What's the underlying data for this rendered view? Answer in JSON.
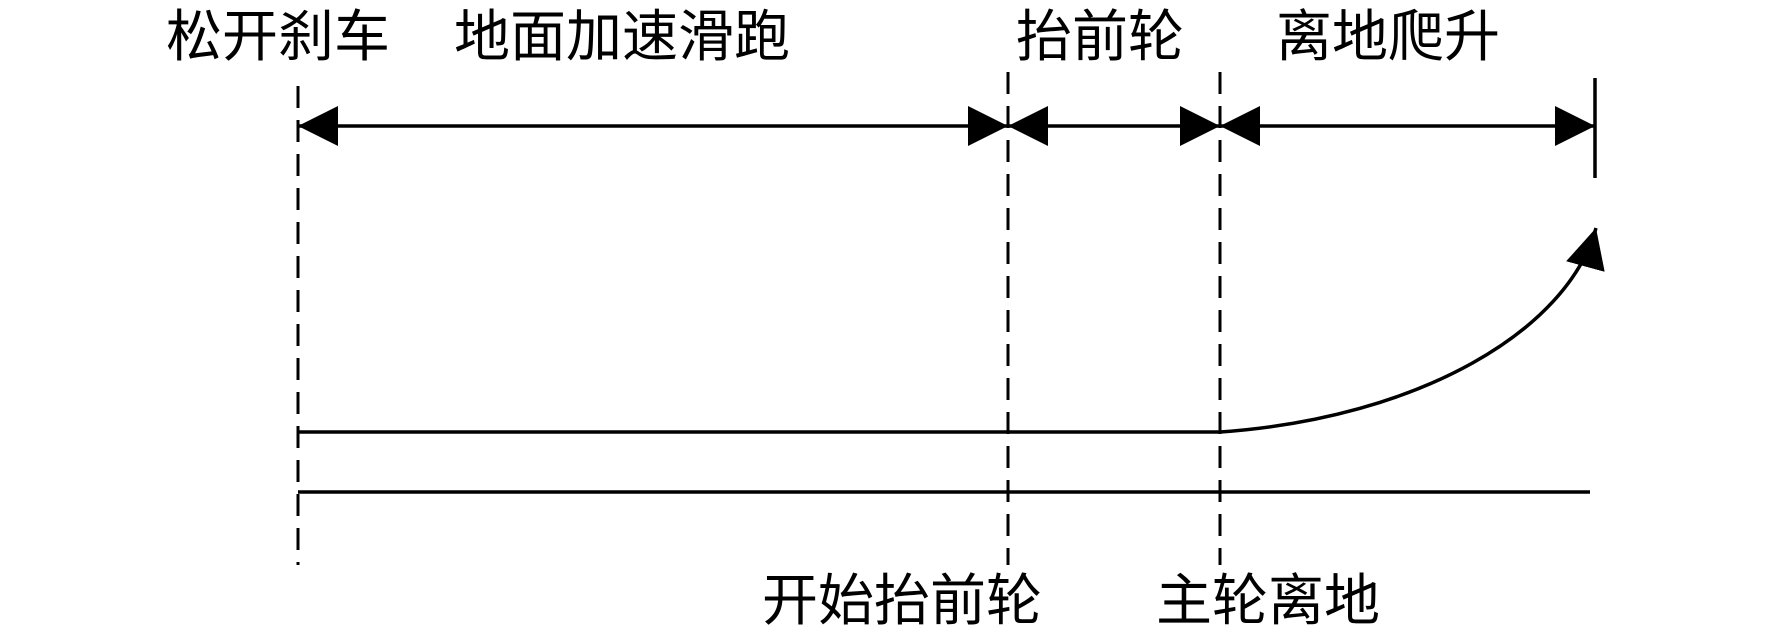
{
  "labels": {
    "release_brake": "松开刹车",
    "ground_accel_run": "地面加速滑跑",
    "raise_nose_wheel": "抬前轮",
    "liftoff_climb": "离地爬升",
    "start_raise_nose_wheel": "开始抬前轮",
    "main_wheel_liftoff": "主轮离地"
  },
  "colors": {
    "stroke": "#000000",
    "background": "#ffffff"
  }
}
